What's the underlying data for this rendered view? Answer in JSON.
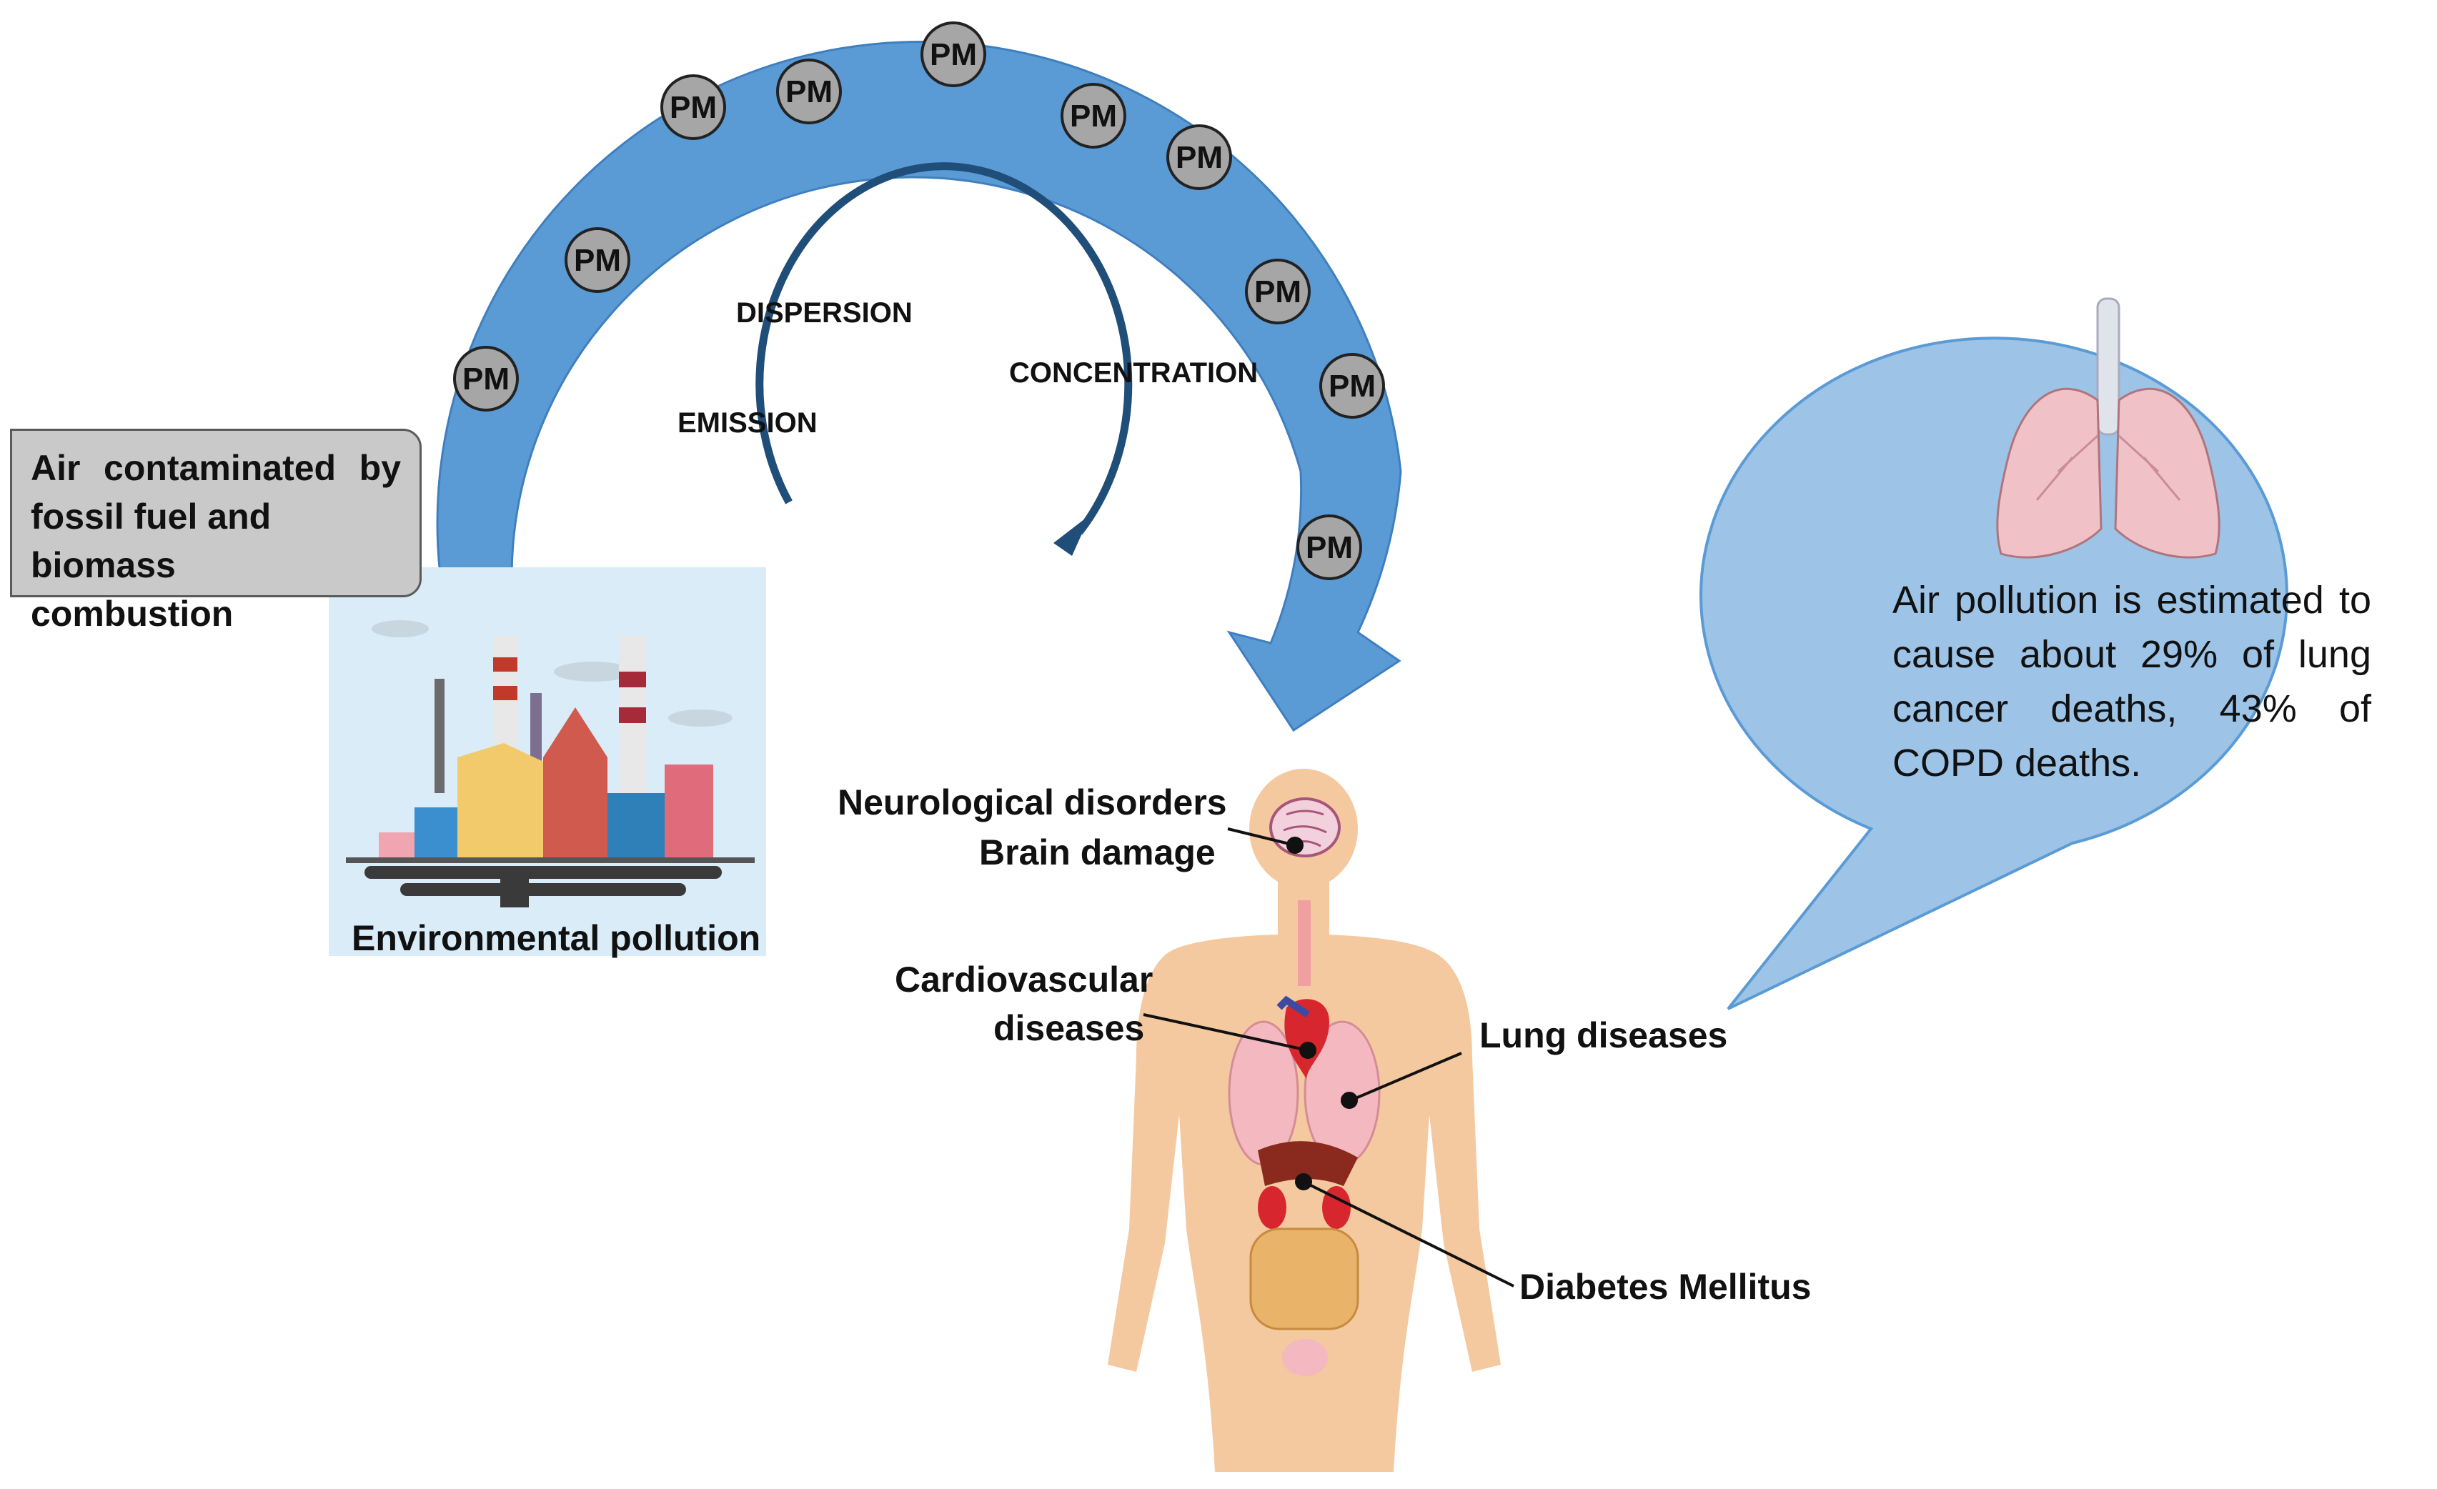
{
  "source_callout": {
    "lines": [
      "Air contaminated by",
      "fossil fuel and biomass",
      "combustion"
    ]
  },
  "environment_label": "Environmental pollution",
  "particle_label": "PM",
  "particle_count": 10,
  "process_steps": {
    "emission": "EMISSION",
    "dispersion": "DISPERSION",
    "concentration": "CONCENTRATION"
  },
  "diseases": {
    "neurological_1": "Neurological disorders",
    "neurological_2": "Brain damage",
    "cardio_1": "Cardiovascular",
    "cardio_2": "diseases",
    "lung": "Lung diseases",
    "diabetes": "Diabetes Mellitus"
  },
  "lung_bubble": {
    "lines": [
      "Air pollution is estimated to",
      "cause about 29% of lung",
      "cancer deaths, 43% of",
      "COPD deaths."
    ]
  },
  "colors": {
    "arc_blue": "#5b9bd5",
    "arc_border": "#3f7fbf",
    "bubble_fill": "#9dc3e6",
    "particle_fill": "#a6a6a6",
    "callout_fill": "#c9c9c9",
    "skin": "#f4c9a0",
    "inner_arrow": "#1f4e79"
  }
}
